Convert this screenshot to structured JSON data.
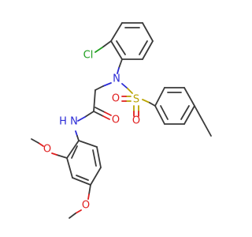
{
  "structure": {
    "atoms": {
      "chlorine": {
        "text": "Cl",
        "color": "#1f9e1f"
      },
      "sulfonamide_n": {
        "text": "N",
        "color": "#2b2bd6"
      },
      "sulfur": {
        "text": "S",
        "color": "#b9a400"
      },
      "sulfonyl_o_left": {
        "text": "O",
        "color": "#e01e1e"
      },
      "sulfonyl_o_bottom": {
        "text": "O",
        "color": "#e01e1e"
      },
      "carbonyl_o": {
        "text": "O",
        "color": "#e01e1e"
      },
      "amide_nh": {
        "text": "N\nH",
        "n": "N",
        "h": "H",
        "color": "#2b2bd6"
      },
      "methoxy_o_top": {
        "text": "O",
        "color": "#e01e1e"
      },
      "methoxy_o_bottom": {
        "text": "O",
        "color": "#e01e1e"
      }
    },
    "bond_color": "#3a3a3a"
  }
}
